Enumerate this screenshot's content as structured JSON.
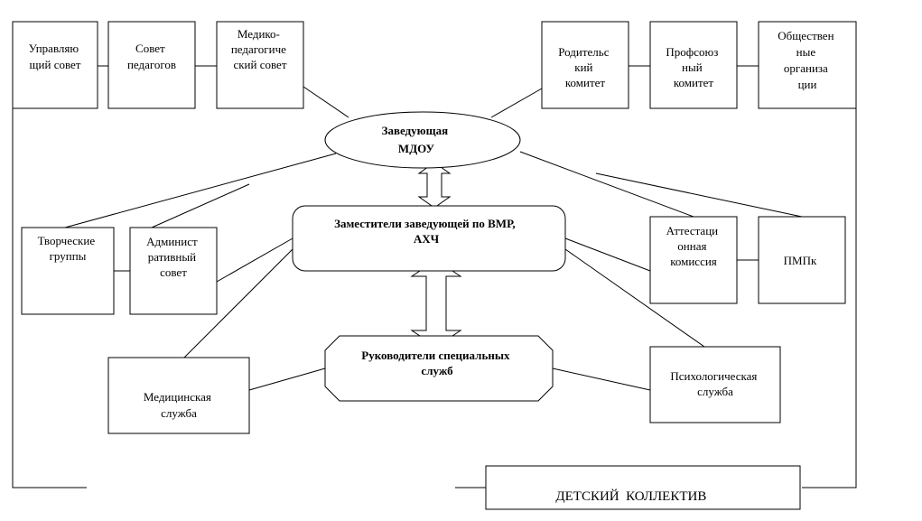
{
  "nodes": {
    "governing_council": {
      "lines": [
        "Управляю",
        "щий совет"
      ]
    },
    "teachers_council": {
      "lines": [
        "Совет",
        "педагогов"
      ]
    },
    "medical_pedagogical": {
      "lines": [
        "Медико-",
        "педагогиче",
        "ский совет"
      ]
    },
    "parents_committee": {
      "lines": [
        "Родительс",
        "кий",
        "комитет"
      ]
    },
    "trade_union": {
      "lines": [
        "Профсоюз",
        "ный",
        "комитет"
      ]
    },
    "public_orgs": {
      "lines": [
        "Обществен",
        "ные",
        "организа",
        "ции"
      ]
    },
    "head": {
      "lines": [
        "Заведующая",
        "МДОУ"
      ]
    },
    "deputies": {
      "lines": [
        "Заместители заведующей по ВМР,",
        "АХЧ"
      ]
    },
    "creative_groups": {
      "lines": [
        "Творческие",
        "группы"
      ]
    },
    "admin_council": {
      "lines": [
        "Админист",
        "ративный",
        "совет"
      ]
    },
    "attestation": {
      "lines": [
        "Аттестаци",
        "онная",
        "комиссия"
      ]
    },
    "pmpk": {
      "lines": [
        "ПМПк"
      ]
    },
    "special_services": {
      "lines": [
        "Руководители специальных",
        "служб"
      ]
    },
    "medical_service": {
      "lines": [
        "Медицинская",
        "служба"
      ]
    },
    "psych_service": {
      "lines": [
        "Психологическая",
        "служба"
      ]
    },
    "children": {
      "lines": [
        "ДЕТСКИЙ  КОЛЛЕКТИВ"
      ]
    }
  }
}
